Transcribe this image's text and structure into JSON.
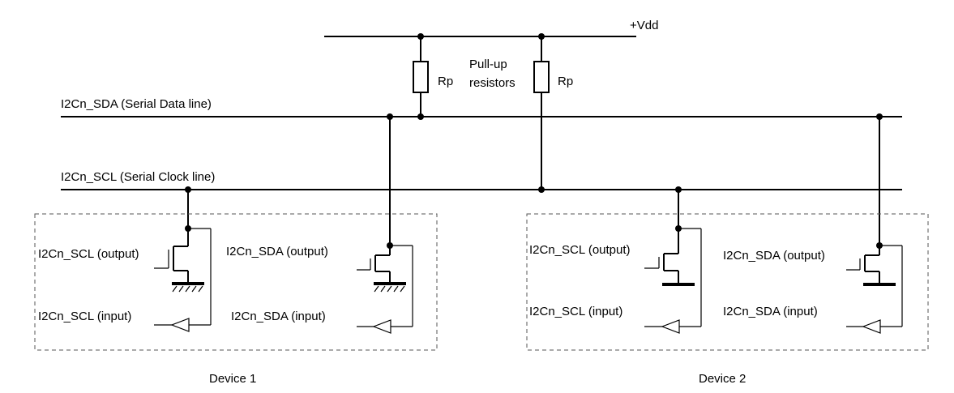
{
  "supply": {
    "label": "+Vdd"
  },
  "resistors": {
    "left_label": "Rp",
    "right_label": "Rp",
    "note_line1": "Pull-up",
    "note_line2": "resistors"
  },
  "bus": {
    "sda_label": "I2Cn_SDA (Serial Data line)",
    "scl_label": "I2Cn_SCL (Serial Clock line)"
  },
  "device1": {
    "name": "Device 1",
    "scl_output": "I2Cn_SCL (output)",
    "scl_input": "I2Cn_SCL (input)",
    "sda_output": "I2Cn_SDA (output)",
    "sda_input": "I2Cn_SDA (input)"
  },
  "device2": {
    "name": "Device 2",
    "scl_output": "I2Cn_SCL (output)",
    "scl_input": "I2Cn_SCL (input)",
    "sda_output": "I2Cn_SDA (output)",
    "sda_input": "I2Cn_SDA (input)"
  }
}
